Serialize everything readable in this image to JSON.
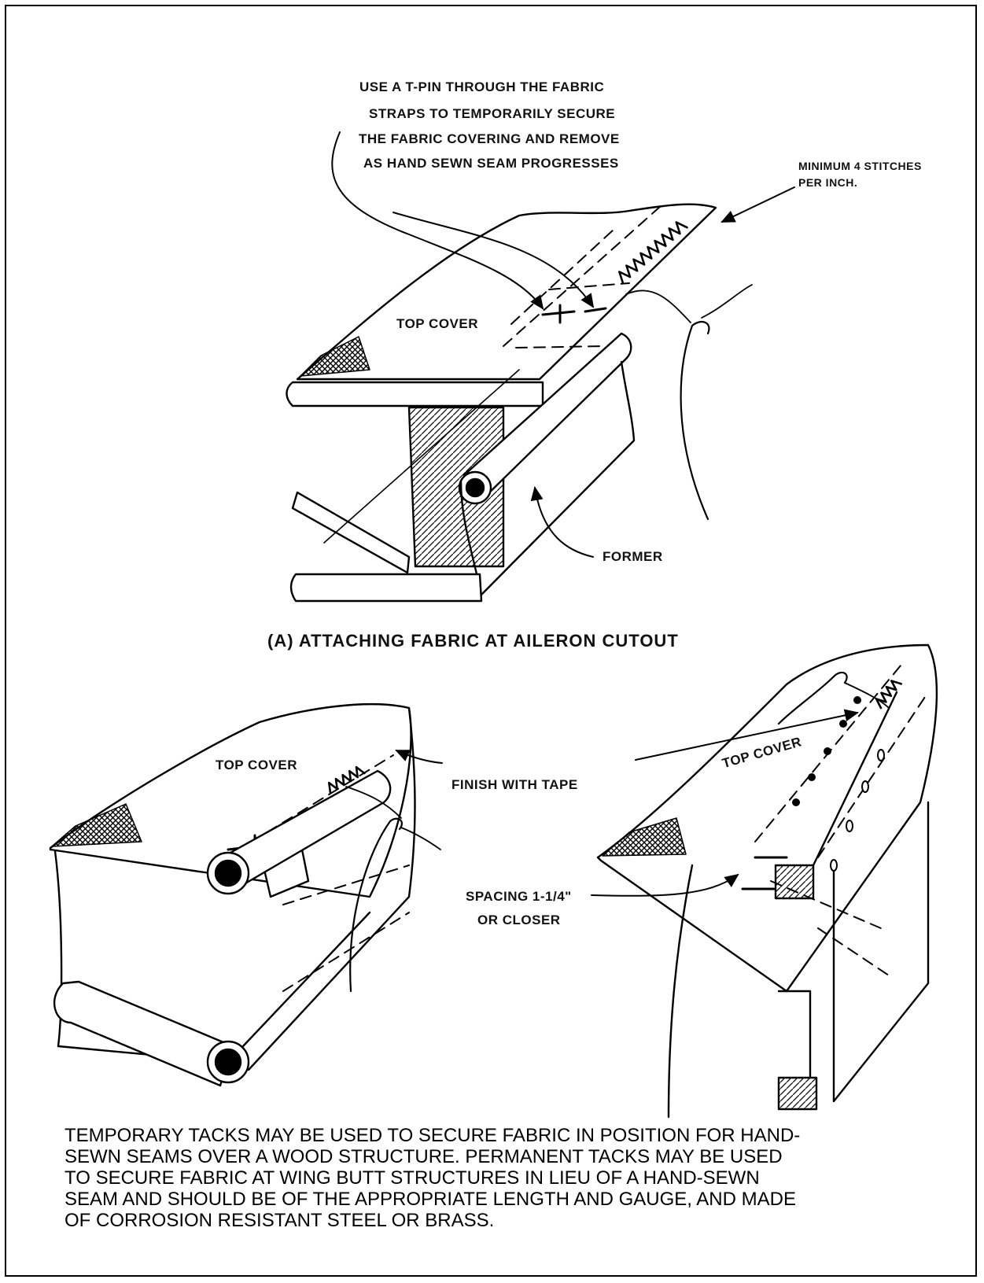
{
  "labels": {
    "tpin_note": [
      "USE A T-PIN THROUGH THE FABRIC",
      "STRAPS TO TEMPORARILY SECURE",
      "THE FABRIC COVERING AND REMOVE",
      "AS HAND SEWN SEAM PROGRESSES"
    ],
    "stitches_note": [
      "MINIMUM 4 STITCHES",
      "PER INCH."
    ],
    "top_cover": "TOP COVER",
    "former": "FORMER",
    "figure_a_title": "(A) ATTACHING FABRIC AT AILERON CUTOUT",
    "finish_tape": "FINISH WITH TAPE",
    "spacing_note": [
      "SPACING 1-1/4\"",
      "OR CLOSER"
    ]
  },
  "note": [
    "TEMPORARY TACKS MAY BE USED TO SECURE FABRIC IN POSITION FOR HAND-",
    "SEWN SEAMS OVER A WOOD STRUCTURE.  PERMANENT TACKS MAY BE USED",
    "TO SECURE FABRIC AT WING BUTT STRUCTURES IN LIEU OF A HAND-SEWN",
    "SEAM AND SHOULD BE OF THE APPROPRIATE LENGTH AND GAUGE, AND MADE",
    "OF CORROSION RESISTANT STEEL OR BRASS."
  ]
}
